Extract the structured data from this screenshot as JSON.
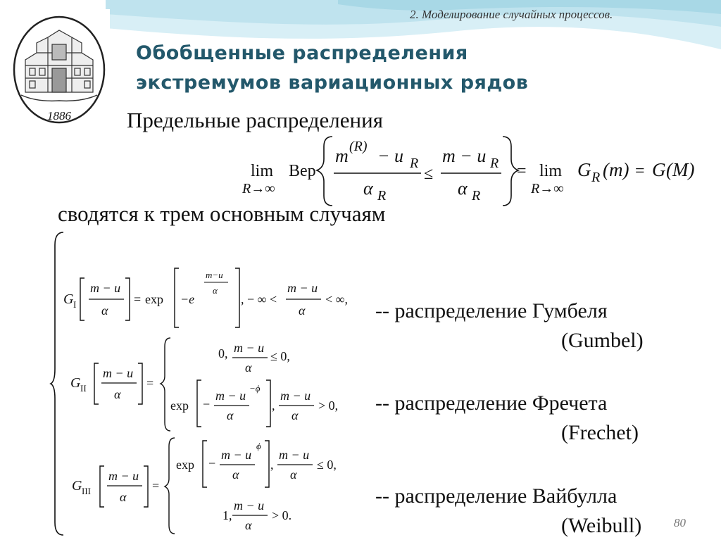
{
  "section_header": "2. Моделирование случайных процессов.",
  "title": {
    "line1": "Обобщенные распределения",
    "line2": "экстремумов вариационных рядов"
  },
  "logo": {
    "year": "1886",
    "icon": "university-building-emblem-icon"
  },
  "subtitle": "Предельные распределения",
  "intro": "сводятся к трем основным случаям",
  "limit_formula": {
    "lim_left": "lim",
    "lim_left_sub": "R→∞",
    "prob": "Вер",
    "m": "m",
    "sup_R": "(R)",
    "minus_u": "− u",
    "R": "R",
    "alpha": "α",
    "leq": "≤",
    "rhs_num": "m − u",
    "eq": "=",
    "lim_right": "lim",
    "lim_right_sub": "R→∞",
    "G": "G",
    "m_paren": "(m)",
    "eq2": "=",
    "G_M": "G",
    "M_paren": "(M)"
  },
  "cases": [
    {
      "label": "G",
      "sub": "I",
      "frac_num": "m − u",
      "frac_den": "α",
      "eq": "=",
      "exp": "exp",
      "neg_e": "−e",
      "exp_sup_num": "m−u",
      "exp_sup_den": "α",
      "prefix_cond": ", − ∞ <",
      "cond_num": "m − u",
      "cond_den": "α",
      "suffix_cond": "< ∞,",
      "caption": "-- распределение Гумбеля",
      "caption_en": "(Gumbel)"
    },
    {
      "label": "G",
      "sub": "II",
      "frac_num": "m − u",
      "frac_den": "α",
      "eq": "=",
      "row1_prefix": "0,",
      "row1_num": "m − u",
      "row1_den": "α",
      "row1_suffix": "≤ 0,",
      "row2_exp": "exp",
      "row2_minus": "−",
      "row2_num": "m − u",
      "row2_sup": "−ϕ",
      "row2_den": "α",
      "row2_cond_num": "m − u",
      "row2_cond_den": "α",
      "row2_suffix": "> 0,",
      "caption": "-- распределение Фречета",
      "caption_en": "(Frechet)"
    },
    {
      "label": "G",
      "sub": "III",
      "frac_num": "m − u",
      "frac_den": "α",
      "eq": "=",
      "row1_exp": "exp",
      "row1_minus": "−",
      "row1_num": "m − u",
      "row1_sup": "ϕ",
      "row1_den": "α",
      "row1_cond_num": "m − u",
      "row1_cond_den": "α",
      "row1_suffix": "≤ 0,",
      "row2_prefix": "1,",
      "row2_num": "m − u",
      "row2_den": "α",
      "row2_suffix": "> 0.",
      "caption": "-- распределение Вайбулла",
      "caption_en": "(Weibull)"
    }
  ],
  "page_number": "80",
  "colors": {
    "title": "#23586b",
    "accent_wave": "#bfe3ee"
  }
}
